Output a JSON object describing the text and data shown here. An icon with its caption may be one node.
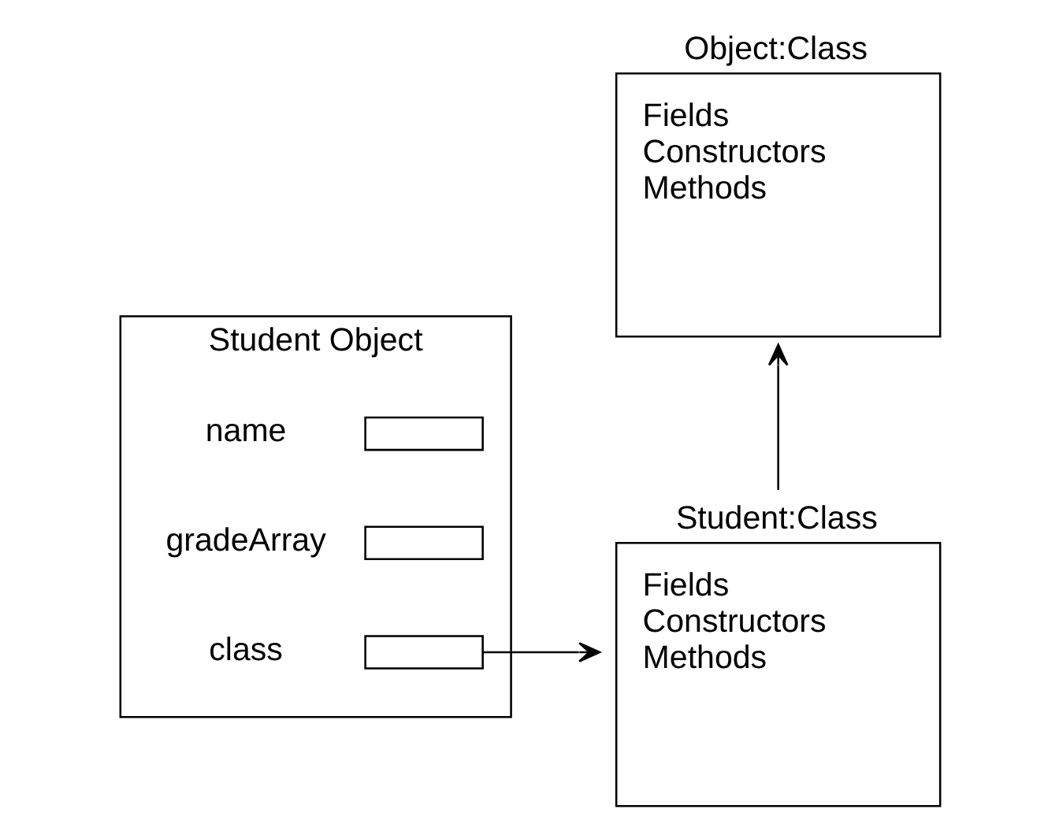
{
  "diagram": {
    "nodes": [
      {
        "text": [
          "Object:Class",
          "Fields",
          "Constructors",
          "Methods"
        ]
      },
      {
        "text": [
          "Student Object"
        ]
      },
      {
        "text": [],
        "shape": "box",
        "in": 1,
        "beside": [
          "name"
        ]
      },
      {
        "text": [],
        "shape": "box",
        "in": 1,
        "beside": [
          "gradeArray"
        ]
      },
      {
        "text": [],
        "shape": "box",
        "in": 1,
        "beside": [
          "class"
        ]
      },
      {
        "text": [
          "Student:Class",
          "Fields",
          "Constructors",
          "Methods"
        ]
      }
    ],
    "edges": [
      {
        "from": 4,
        "to": 5,
        "arrow": "to"
      },
      {
        "from": 5,
        "to": 0,
        "arrow": "to"
      }
    ]
  }
}
